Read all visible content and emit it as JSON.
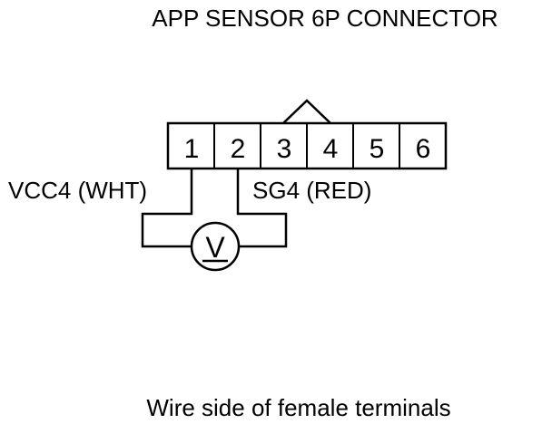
{
  "title": "APP SENSOR 6P CONNECTOR",
  "caption": "Wire side of female terminals",
  "connector": {
    "terminals": [
      "1",
      "2",
      "3",
      "4",
      "5",
      "6"
    ]
  },
  "wires": {
    "vcc": "VCC4 (WHT)",
    "sg": "SG4 (RED)"
  },
  "meter": {
    "symbol": "V"
  },
  "colors": {
    "line": "#000000",
    "background": "#ffffff"
  }
}
